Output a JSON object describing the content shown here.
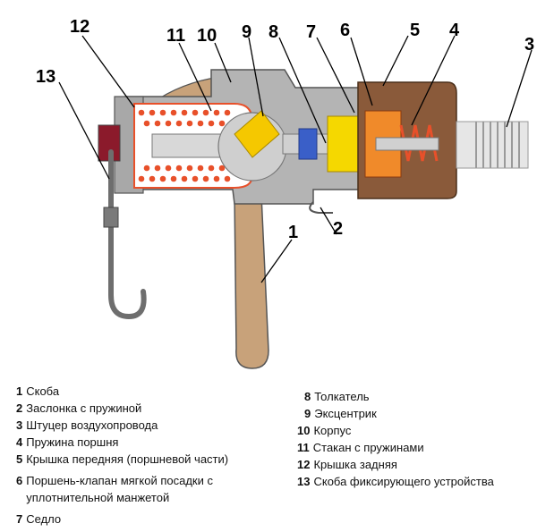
{
  "diagram": {
    "callouts": [
      "1",
      "2",
      "3",
      "4",
      "5",
      "6",
      "7",
      "8",
      "9",
      "10",
      "11",
      "12",
      "13"
    ]
  },
  "legend_left": [
    {
      "num": "1",
      "text": "Скоба"
    },
    {
      "num": "2",
      "text": "Заслонка с пружиной"
    },
    {
      "num": "3",
      "text": "Штуцер воздухопровода"
    },
    {
      "num": "4",
      "text": "Пружина поршня"
    },
    {
      "num": "5",
      "text": "Крышка передняя (поршневой части)"
    },
    {
      "num": "6",
      "text": "Поршень-клапан мягкой посадки с уплотнительной манжетой"
    },
    {
      "num": "7",
      "text": "Седло"
    }
  ],
  "legend_right": [
    {
      "num": "8",
      "text": "Толкатель"
    },
    {
      "num": "9",
      "text": "Эксцентрик"
    },
    {
      "num": "10",
      "text": "Корпус"
    },
    {
      "num": "11",
      "text": "Стакан с пружинами"
    },
    {
      "num": "12",
      "text": "Крышка задняя"
    },
    {
      "num": "13",
      "text": "Скоба фиксирующего устройства"
    }
  ],
  "colors": {
    "body_gray": "#b4b4b4",
    "dark_gray": "#6e6e6e",
    "spring_orange": "#e8502a",
    "tan": "#c8a27a",
    "brown": "#8a5a3a",
    "yellow": "#f5d800",
    "blue": "#3a5fc8",
    "maroon": "#8b1a2b"
  }
}
